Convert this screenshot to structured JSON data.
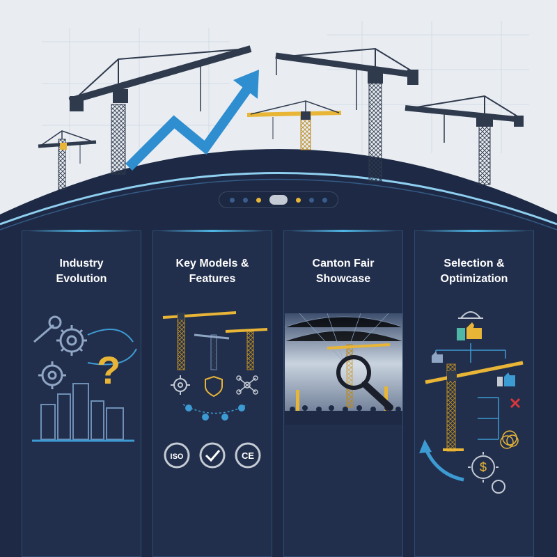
{
  "carousel": {
    "dots": [
      {
        "color": "#3b5c8f",
        "active": false
      },
      {
        "color": "#3b5c8f",
        "active": false
      },
      {
        "color": "#e8b537",
        "active": false
      },
      {
        "color": "#c5cbd4",
        "active": true
      },
      {
        "color": "#e8b537",
        "active": false
      },
      {
        "color": "#3b5c8f",
        "active": false
      },
      {
        "color": "#3b5c8f",
        "active": false
      }
    ]
  },
  "cards": [
    {
      "title_line1": "Industry",
      "title_line2": "Evolution"
    },
    {
      "title_line1": "Key Models &",
      "title_line2": "Features"
    },
    {
      "title_line1": "Canton Fair",
      "title_line2": "Showcase"
    },
    {
      "title_line1": "Selection &",
      "title_line2": "Optimization"
    }
  ],
  "badges": {
    "iso": "ISO",
    "ce": "CE"
  },
  "icons": [
    "tower-crane-icon",
    "trend-arrow-icon",
    "wrench-icon",
    "gear-icon",
    "question-mark-icon",
    "city-skyline-icon",
    "shield-icon",
    "network-icon",
    "checkmark-icon",
    "magnifier-icon",
    "hard-hat-icon",
    "thumbs-up-icon",
    "cross-icon",
    "dollar-gear-icon",
    "return-arrow-icon"
  ],
  "colors": {
    "navy": "#1e2a45",
    "sky": "#e9edf2",
    "accent_blue": "#3d9bd4",
    "crane_yellow": "#e8b537",
    "crane_dark": "#2f3a4d",
    "error_red": "#d9373b"
  }
}
